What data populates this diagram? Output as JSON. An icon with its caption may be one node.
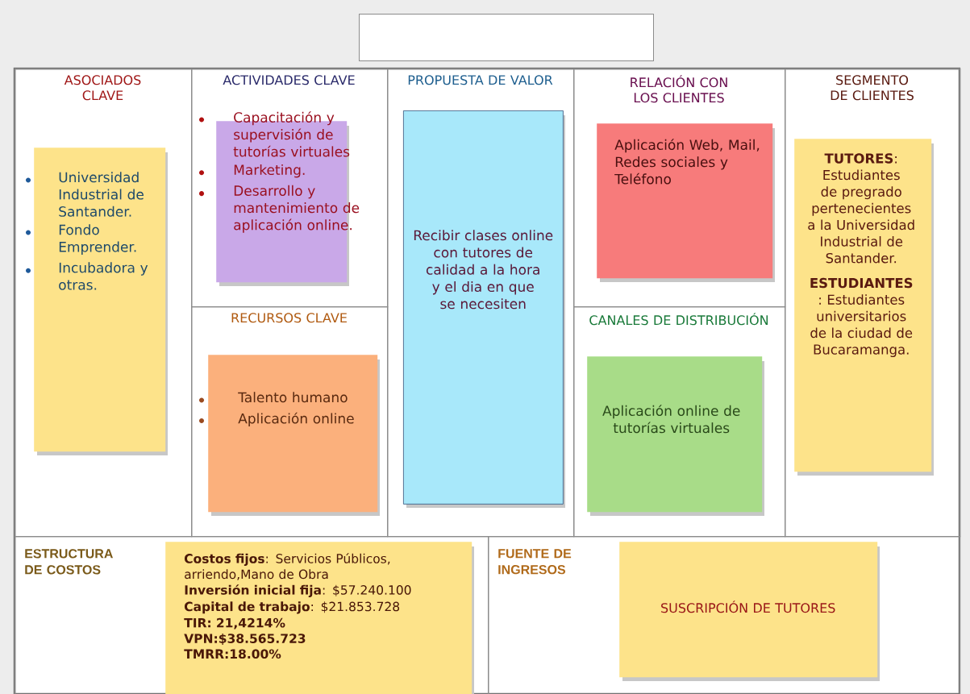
{
  "diagram": {
    "nodes": [
      {
        "text": [],
        "shape": "box"
      },
      {
        "text": [
          "ASOCIADOS CLAVE"
        ]
      },
      {
        "text": [
          "Universidad Industrial de Santander.",
          "Fondo Emprender.",
          "Incubadora y otras."
        ],
        "in": 1
      },
      {
        "text": [
          "ACTIVIDADES CLAVE"
        ]
      },
      {
        "text": [
          "Capacitación y supervisión de tutorías virtuales",
          "Marketing.",
          "Desarrollo y mantenimiento de aplicación online."
        ],
        "in": 3
      },
      {
        "text": [
          "RECURSOS CLAVE"
        ]
      },
      {
        "text": [
          "Talento humano",
          "Aplicación online"
        ],
        "in": 5
      },
      {
        "text": [
          "PROPUESTA DE VALOR"
        ]
      },
      {
        "text": [
          "Recibir clases online con tutores de calidad a la hora y el dia en que se necesiten"
        ],
        "in": 7
      },
      {
        "text": [
          "RELACIÓN CON LOS CLIENTES"
        ]
      },
      {
        "text": [
          "Aplicación Web, Mail, Redes sociales y Teléfono"
        ],
        "in": 9
      },
      {
        "text": [
          "CANALES DE DISTRIBUCIÓN"
        ]
      },
      {
        "text": [
          "Aplicación online de tutorías virtuales"
        ],
        "in": 11
      },
      {
        "text": [
          "SEGMENTO DE CLIENTES"
        ]
      },
      {
        "text": [
          "**TUTORES**: Estudiantes de pregrado pertenecientes a la Universidad Industrial de Santander.",
          "**ESTUDIANTES** : Estudiantes universitarios de la ciudad de Bucaramanga."
        ],
        "in": 13
      },
      {
        "text": [
          "ESTRUCTURA DE COSTOS"
        ]
      },
      {
        "text": [
          "**Costos fijos**: Servicios Públicos, arriendo,Mano de Obra",
          "**Inversión inicial fija**: $57.240.100",
          "**Capital de trabajo**: $21.853.728",
          "TIR: 21,4214%",
          "VPN:$38.565.723",
          "TMRR:18.00%"
        ],
        "in": 15
      },
      {
        "text": [
          "FUENTE DE INGRESOS"
        ]
      },
      {
        "text": [
          "SUSCRIPCIÓN DE TUTORES"
        ],
        "in": 17
      }
    ]
  }
}
